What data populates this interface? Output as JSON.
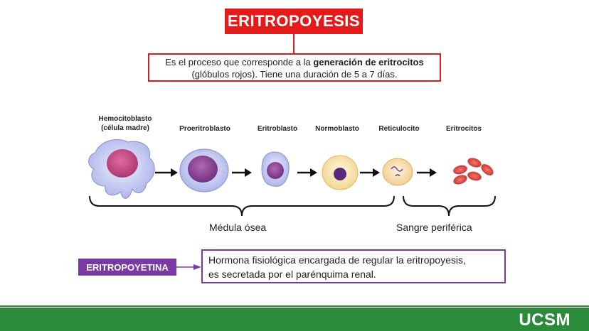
{
  "title": "ERITROPOYESIS",
  "definition": {
    "part1": "Es el proceso que corresponde a la ",
    "bold": "generación de eritrocitos",
    "part2": "(glóbulos rojos). Tiene una duración de 5 a 7 días."
  },
  "stages": [
    {
      "line1": "Hemocitoblasto",
      "line2": "(célula madre)"
    },
    {
      "line1": "Proeritroblasto",
      "line2": ""
    },
    {
      "line1": "Eritroblasto",
      "line2": ""
    },
    {
      "line1": "Normoblasto",
      "line2": ""
    },
    {
      "line1": "Reticulocito",
      "line2": ""
    },
    {
      "line1": "Eritrocitos",
      "line2": ""
    }
  ],
  "regions": {
    "bone_marrow": "Médula ósea",
    "peripheral_blood": "Sangre periférica"
  },
  "hormone": {
    "label": "ERITROPOYETINA",
    "description_line1": "Hormona fisiológica encargada de regular la eritropoyesis,",
    "description_line2": "es secretada por el parénquima renal."
  },
  "logo": "UCSM",
  "colors": {
    "title_bg": "#e31b1b",
    "definition_border": "#d31f1f",
    "hormone_bg": "#7a3aa2",
    "footer": "#2c8b3a"
  }
}
